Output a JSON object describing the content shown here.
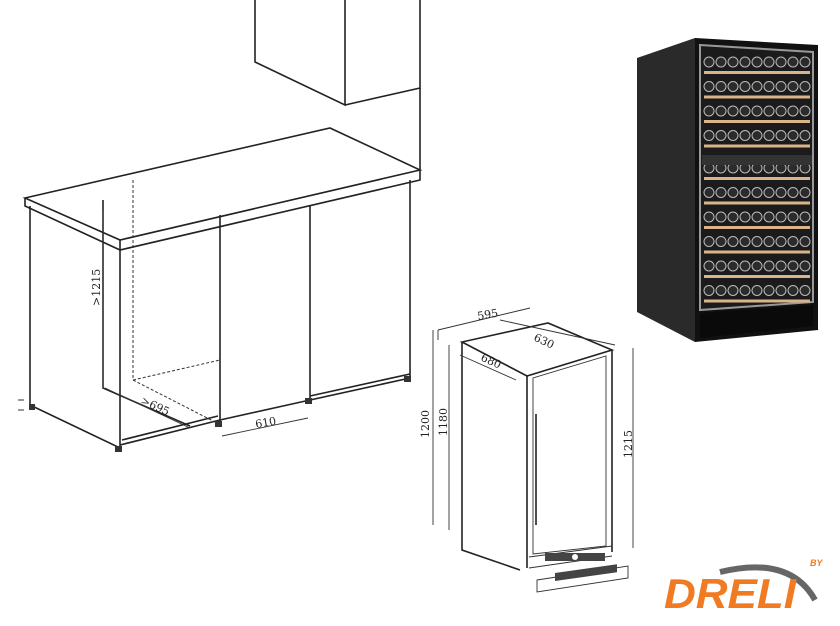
{
  "cabinet_drawing": {
    "height_label": ">1215",
    "depth_label": ">695",
    "width_label": "610"
  },
  "cooler_drawing": {
    "width_label": "595",
    "depth_label": "630",
    "depth_door_label": "680",
    "height_total_label": "1200",
    "height_body_label": "1180",
    "height_front_label": "1215"
  },
  "logo": {
    "text": "DRELI",
    "by": "BY",
    "color": "#f07b22",
    "swoosh_color": "#666666"
  }
}
